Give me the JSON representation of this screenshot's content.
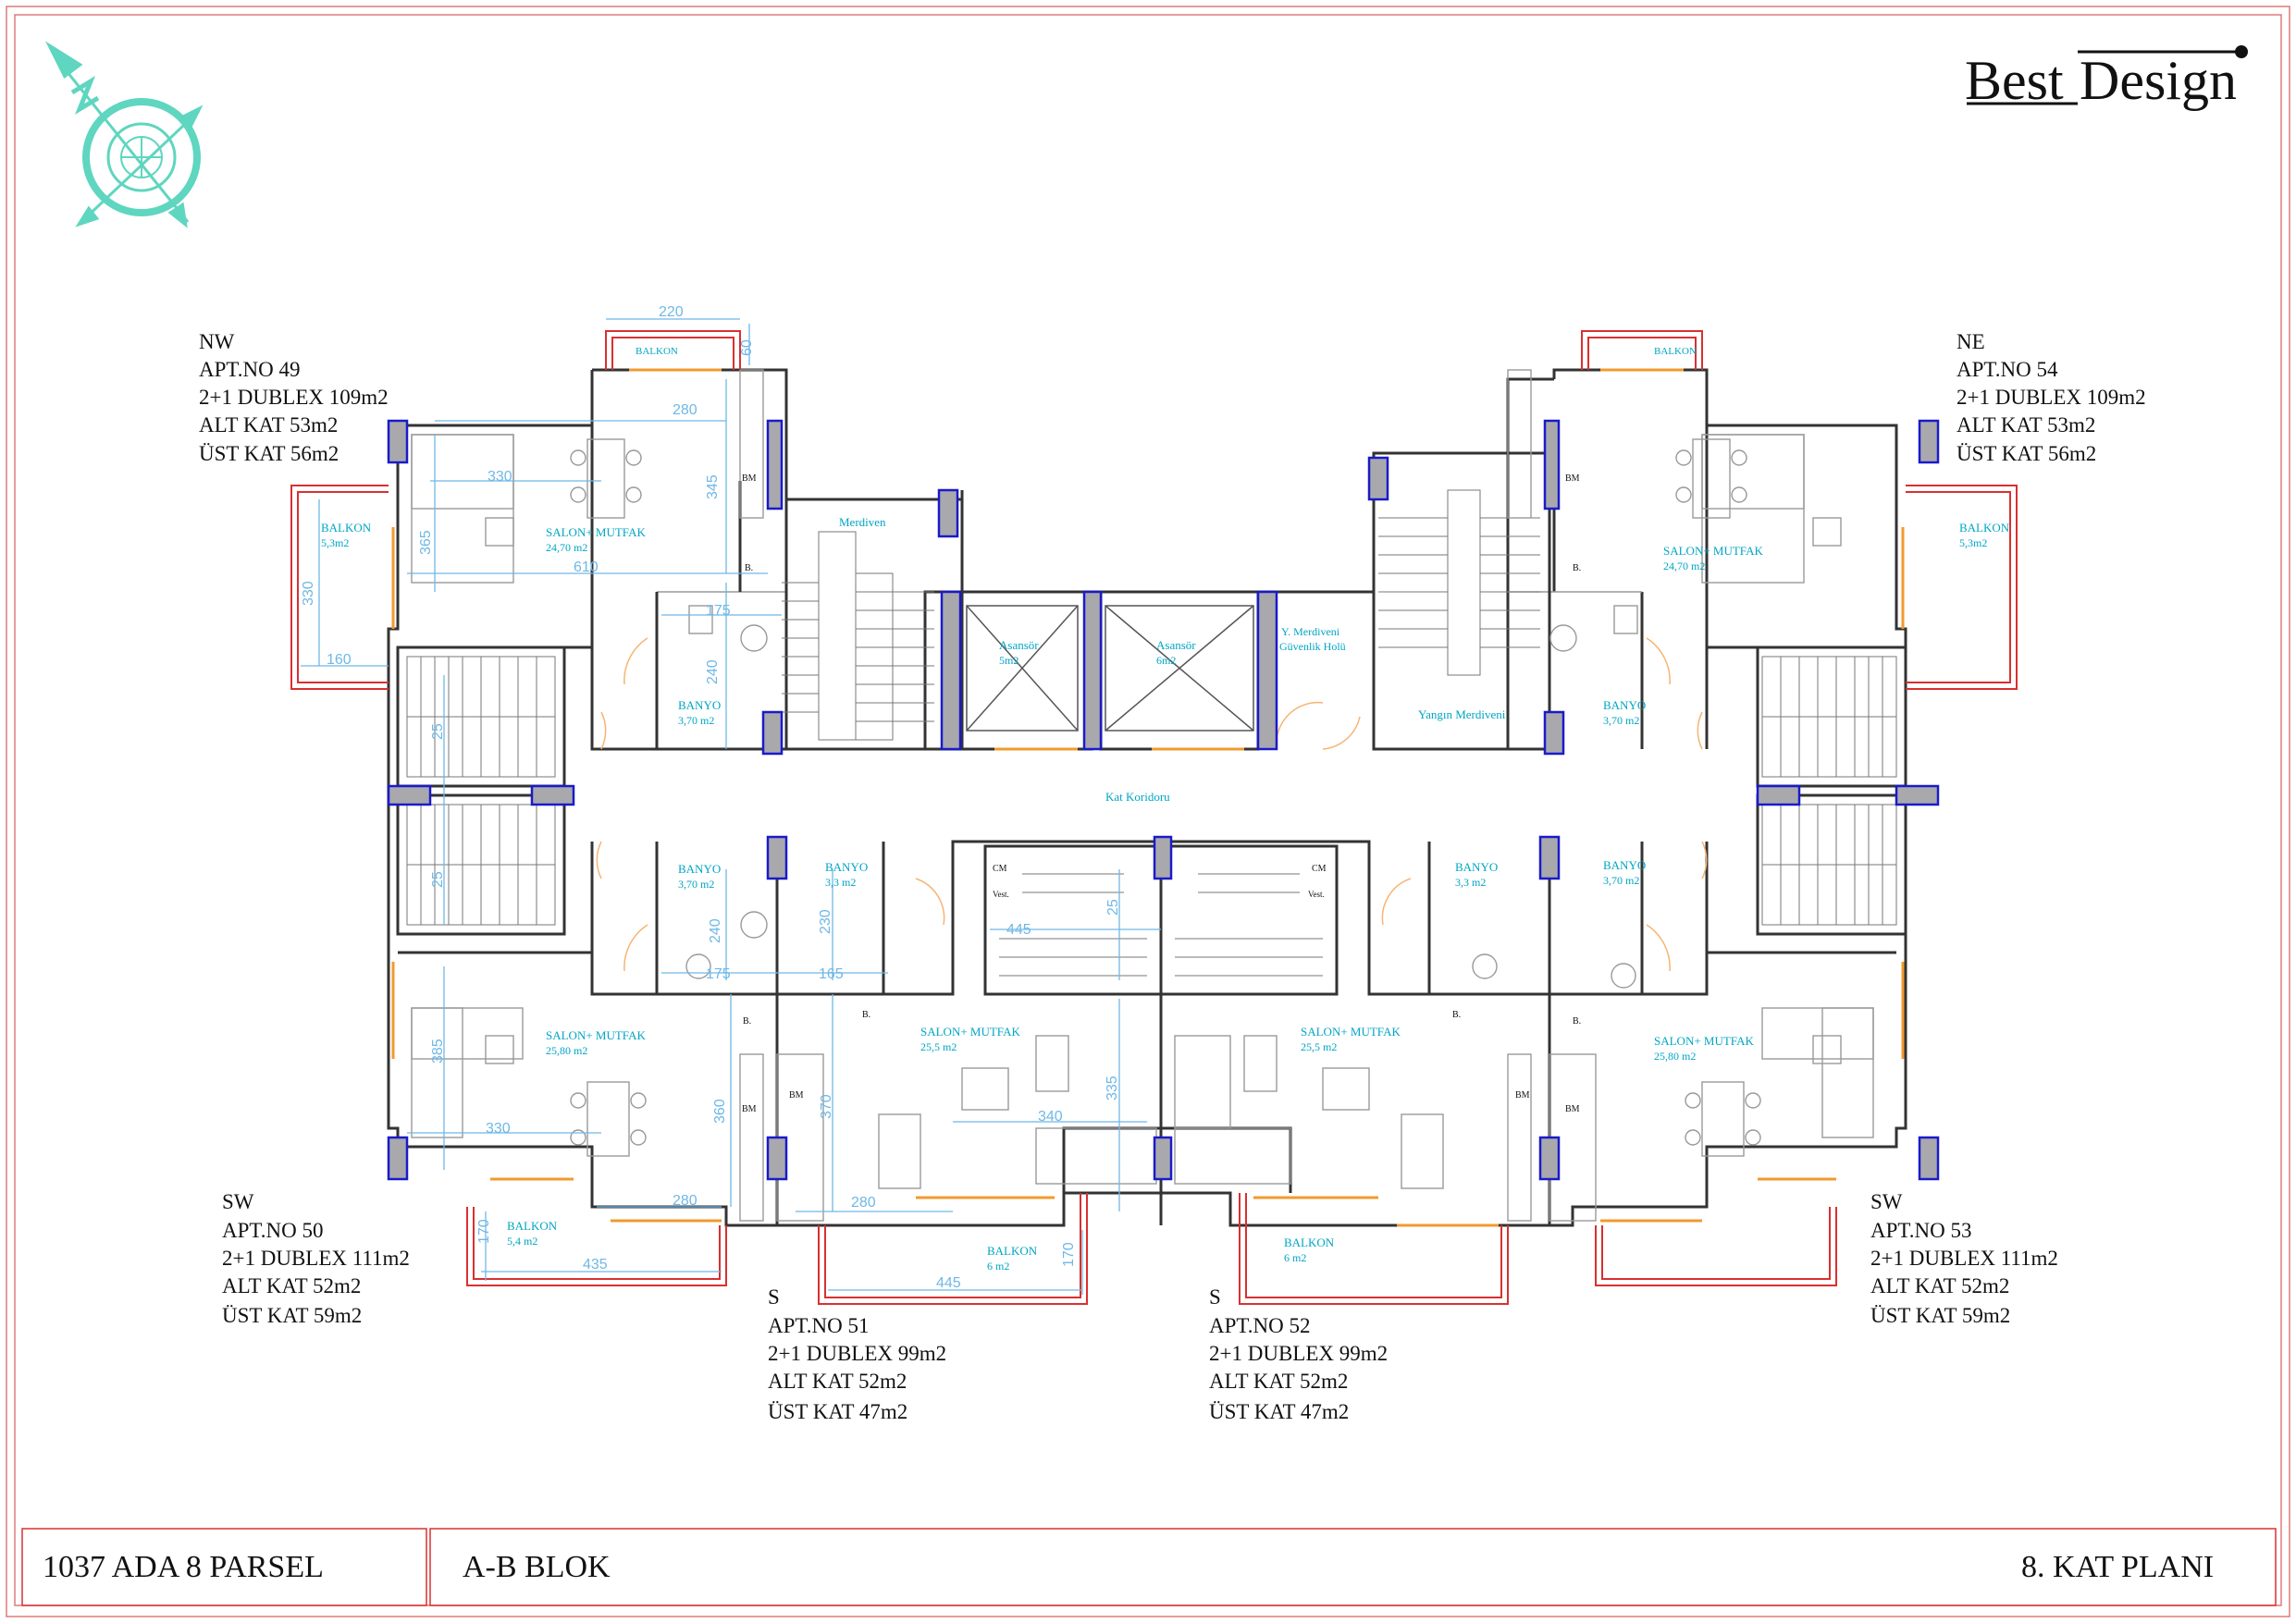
{
  "brand": {
    "part1": "Best",
    "part2": "Design"
  },
  "footer": {
    "parcel": "1037 ADA 8 PARSEL",
    "block": "A-B BLOK",
    "floor": "8. KAT PLANI"
  },
  "apartments": {
    "nw": {
      "dir": "NW",
      "no": "APT.NO 49",
      "type": "2+1 DUBLEX 109m2",
      "alt": "ALT KAT 53m2",
      "ust": "ÜST KAT 56m2"
    },
    "ne": {
      "dir": "NE",
      "no": "APT.NO 54",
      "type": "2+1 DUBLEX 109m2",
      "alt": "ALT KAT 53m2",
      "ust": "ÜST KAT 56m2"
    },
    "sw50": {
      "dir": "SW",
      "no": "APT.NO 50",
      "type": "2+1 DUBLEX  111m2",
      "alt": "ALT KAT 52m2",
      "ust": "ÜST KAT 59m2"
    },
    "s51": {
      "dir": "S",
      "no": "APT.NO 51",
      "type": "2+1 DUBLEX 99m2",
      "alt": "ALT KAT 52m2",
      "ust": "ÜST KAT 47m2"
    },
    "s52": {
      "dir": "S",
      "no": "APT.NO 52",
      "type": "2+1 DUBLEX 99m2",
      "alt": "ALT KAT 52m2",
      "ust": "ÜST KAT 47m2"
    },
    "sw53": {
      "dir": "SW",
      "no": "APT.NO 53",
      "type": "2+1 DUBLEX 111m2",
      "alt": "ALT KAT 52m2",
      "ust": "ÜST KAT 59m2"
    }
  },
  "rooms": {
    "balkon": "BALKON",
    "salon_mutfak": "SALON+ MUTFAK",
    "banyo": "BANYO",
    "merdiven": "Merdiven",
    "asansor": "Asansör",
    "y_merdiveni": "Y. Merdiveni",
    "guvenlik_holu": "Güvenlik Holü",
    "yangin_merdiveni": "Yangın Merdiveni",
    "kat_koridoru": "Kat Koridoru",
    "area_24_70": "24,70 m2",
    "area_25_80": "25,80 m2",
    "area_25_5": "25,5 m2",
    "area_3_70": "3,70 m2",
    "area_3_3": "3,3 m2",
    "area_5_3": "5,3m2",
    "area_5_4": "5,4 m2",
    "area_6": "6 m2",
    "area_5m2": "5m2",
    "area_6m2": "6m2",
    "bm": "BM",
    "b": "B.",
    "cm": "CM",
    "vest": "Vest."
  },
  "dims": {
    "d220": "220",
    "d60": "60",
    "d280": "280",
    "d330": "330",
    "d345": "345",
    "d365": "365",
    "d610": "610",
    "d160": "160",
    "d175": "175",
    "d240": "240",
    "d25": "25",
    "d165": "165",
    "d230": "230",
    "d445": "445",
    "d385": "385",
    "d360": "360",
    "d370": "370",
    "d335": "335",
    "d340": "340",
    "d170": "170",
    "d435": "435"
  },
  "colors": {
    "frame": "#d93030",
    "label": "#00a6c4",
    "dimension": "#6fb8e6",
    "door": "#f29a2e",
    "column": "#1a1acc",
    "compass": "#5fd6bf"
  }
}
